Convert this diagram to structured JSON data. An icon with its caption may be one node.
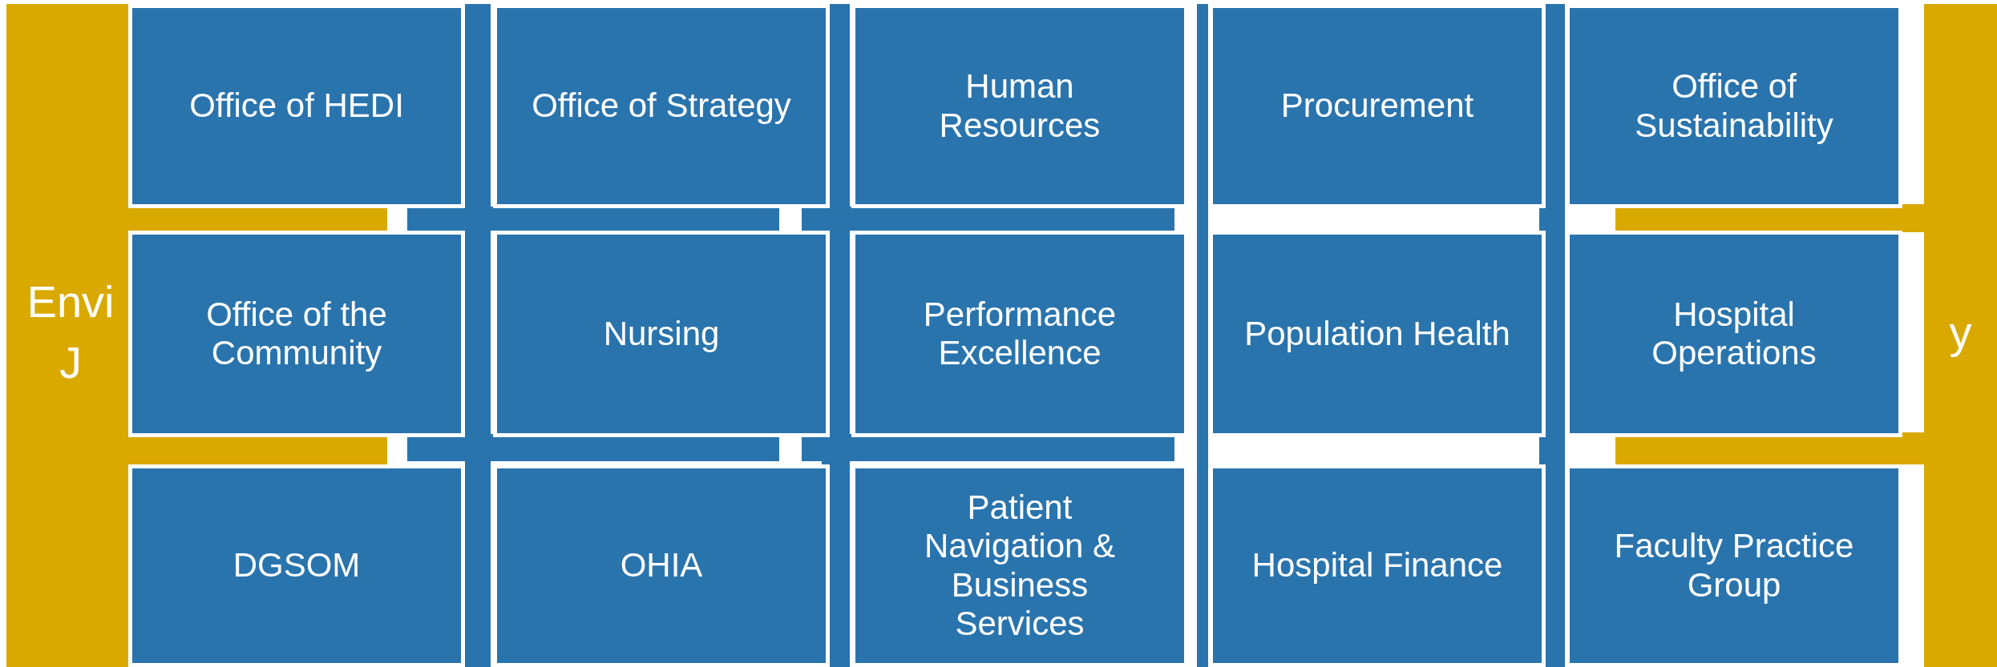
{
  "diagram": {
    "nodes": [
      {
        "text": [
          "Envi J"
        ]
      },
      {
        "text": [
          "y"
        ]
      },
      {
        "text": [
          "Office of HEDI"
        ]
      },
      {
        "text": [
          "Office of Strategy"
        ]
      },
      {
        "text": [
          "Human Resources"
        ]
      },
      {
        "text": [
          "Procurement"
        ]
      },
      {
        "text": [
          "Office of Sustainability"
        ]
      },
      {
        "text": [
          "Office of the Community"
        ]
      },
      {
        "text": [
          "Nursing"
        ]
      },
      {
        "text": [
          "Performance Excellence"
        ]
      },
      {
        "text": [
          "Population Health"
        ]
      },
      {
        "text": [
          "Hospital Operations"
        ]
      },
      {
        "text": [
          "DGSOM"
        ]
      },
      {
        "text": [
          "OHIA"
        ]
      },
      {
        "text": [
          "Patient Navigation & Business Services"
        ]
      },
      {
        "text": [
          "Hospital Finance"
        ]
      },
      {
        "text": [
          "Faculty Practice Group"
        ]
      }
    ]
  }
}
